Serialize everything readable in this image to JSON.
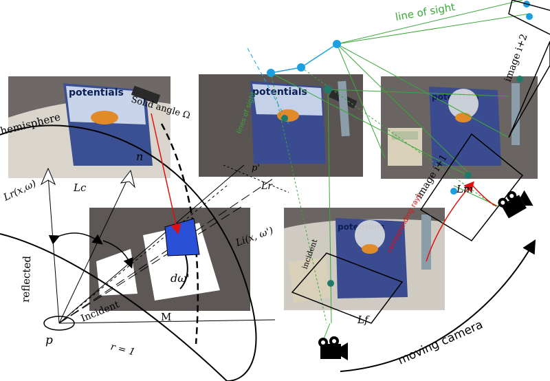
{
  "labels": {
    "hemisphere": "hemisphere",
    "solid_angle": "Solid angle Ω",
    "L_r": "Lr(x,ω)",
    "L_c": "Lc",
    "n": "n",
    "reflected": "reflected",
    "incident": "Incident",
    "p": "p",
    "r1": "r = 1",
    "M": "M",
    "L_i": "Li(x, ω')",
    "d_omega": "dω'",
    "p_prime": "p'",
    "L_r_plane": "Lr",
    "line_of_sight": "line of sight",
    "image_i1": "image i+1",
    "image_i2": "image i+2",
    "L_m": "Lm",
    "L_f": "Lf",
    "moving_camera": "moving camera",
    "magazine_title": "potentials",
    "rotated_label_top": "lines of sight",
    "correspondence": "corresponding rays",
    "incident_left": "incident"
  },
  "colors": {
    "line_of_sight": "#3aa83a",
    "sight_nodes": "#1aa0e0",
    "solid_angle_patch": "#2a50d8",
    "solid_angle_ray": "#e01010",
    "photo_bg": "#575250"
  }
}
